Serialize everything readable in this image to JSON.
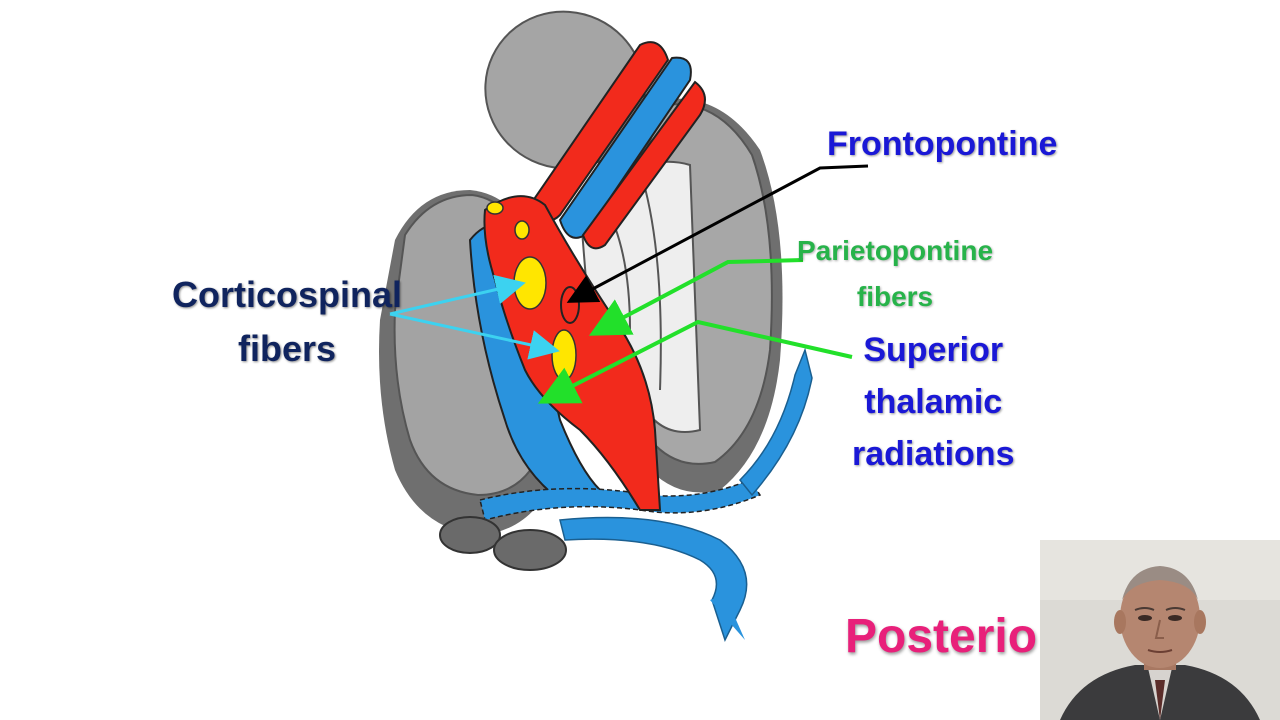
{
  "slide": {
    "labels": {
      "corticospinal": [
        "Corticospinal",
        "fibers"
      ],
      "frontopontine": "Frontopontine",
      "parietopontine": [
        "Parietopontine",
        "fibers"
      ],
      "superior_thalamic": [
        "Superior",
        "thalamic",
        "radiations"
      ],
      "posterior": "Posterio"
    }
  },
  "colors": {
    "corticospinal_text": "#10245e",
    "frontopontine_text": "#1a18d6",
    "parietopontine_text": "#27b34a",
    "superior_text": "#1a18d6",
    "posterior_text": "#e8207a",
    "red_tract": "#f22a1c",
    "blue_tract": "#2a93dd",
    "yellow_spots": "#ffe600",
    "gray_mass": "#9d9d9d",
    "green_arrow": "#22e02a",
    "cyan_arrow": "#3cd2f0"
  },
  "icons": {
    "webcam": "presenter-webcam-icon"
  }
}
